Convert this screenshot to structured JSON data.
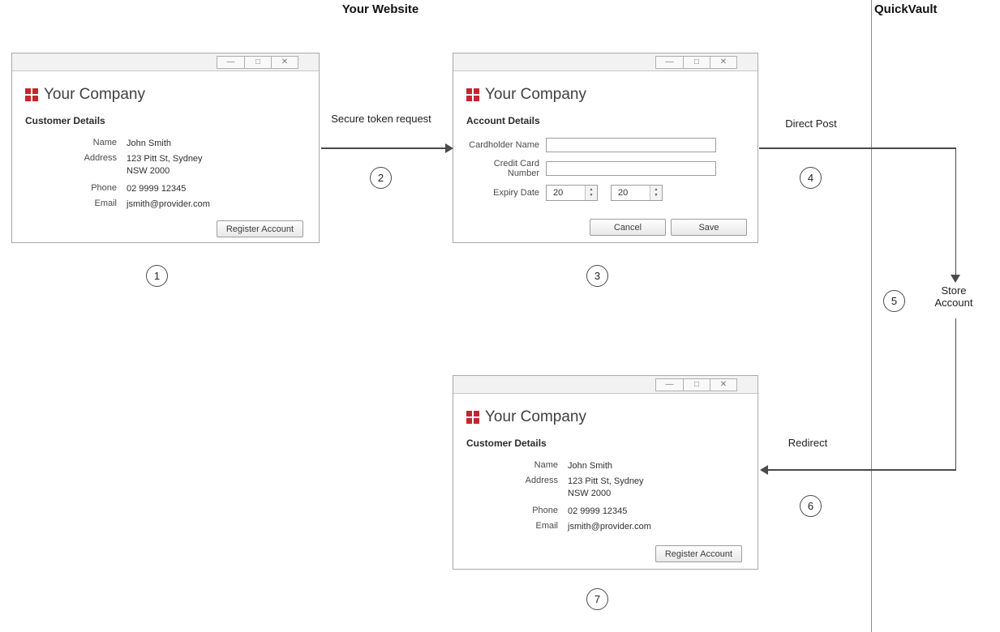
{
  "headers": {
    "your_website": "Your Website",
    "quickvault": "QuickVault"
  },
  "window_controls": {
    "minimize": "—",
    "maximize": "□",
    "close": "✕"
  },
  "brand": {
    "name": "Your Company",
    "logo_color": "#c4262e"
  },
  "customer_window": {
    "section_title": "Customer Details",
    "fields": [
      {
        "label": "Name",
        "value": "John Smith"
      },
      {
        "label": "Address",
        "value": "123 Pitt St, Sydney NSW 2000"
      },
      {
        "label": "Phone",
        "value": "02 9999 12345"
      },
      {
        "label": "Email",
        "value": "jsmith@provider.com"
      }
    ],
    "register_button": "Register Account"
  },
  "account_window": {
    "section_title": "Account Details",
    "fields": {
      "cardholder_label": "Cardholder Name",
      "cardholder_value": "",
      "card_number_label": "Credit Card Number",
      "card_number_value": "",
      "expiry_label": "Expiry Date",
      "expiry_month": "20",
      "expiry_year": "20"
    },
    "buttons": {
      "cancel": "Cancel",
      "save": "Save"
    }
  },
  "flow": {
    "steps": [
      "1",
      "2",
      "3",
      "4",
      "5",
      "6",
      "7"
    ],
    "labels": {
      "secure_token": "Secure token request",
      "direct_post": "Direct Post",
      "store_account": "Store Account",
      "redirect": "Redirect"
    }
  }
}
